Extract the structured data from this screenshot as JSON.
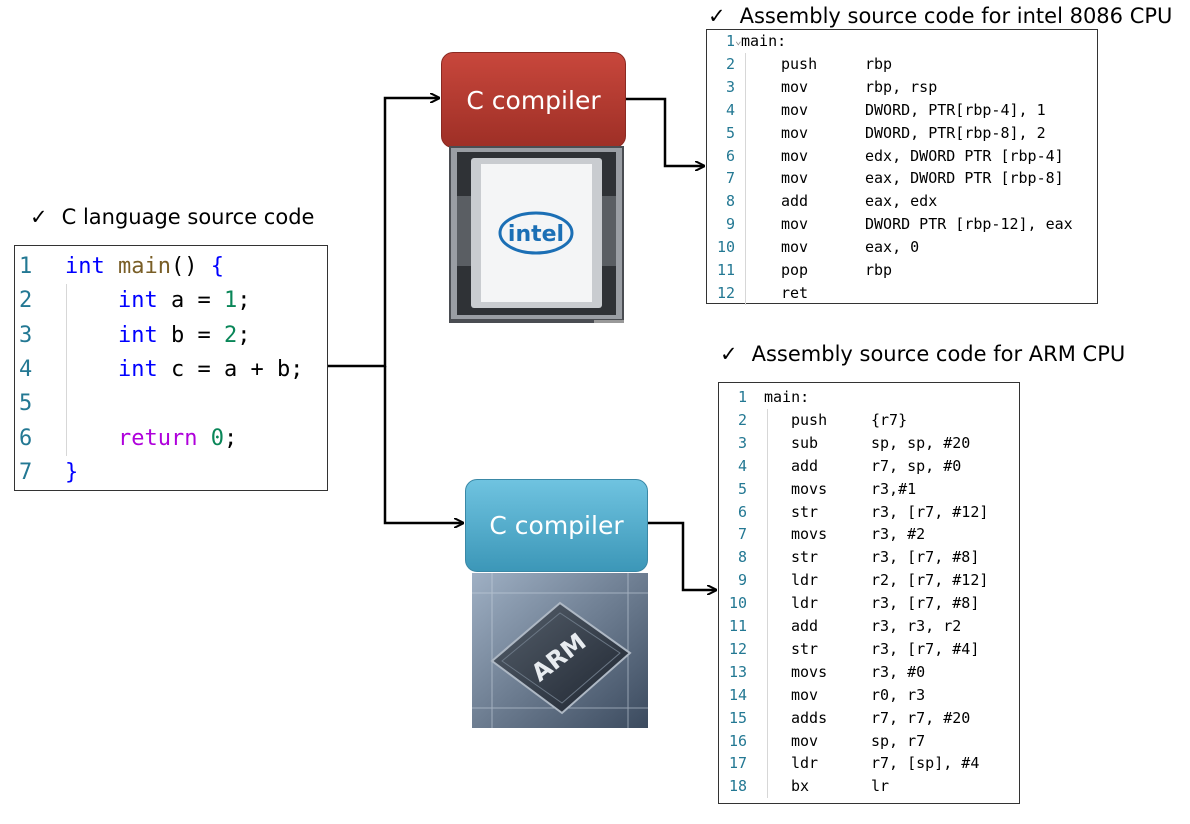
{
  "c_source": {
    "heading": "C language source code",
    "lines": [
      {
        "n": "1",
        "tokens": [
          {
            "t": "int",
            "c": "kw"
          },
          {
            "t": " ",
            "c": ""
          },
          {
            "t": "main",
            "c": "fn"
          },
          {
            "t": "() ",
            "c": ""
          },
          {
            "t": "{",
            "c": "kw"
          }
        ]
      },
      {
        "n": "2",
        "tokens": [
          {
            "t": "    ",
            "c": ""
          },
          {
            "t": "int",
            "c": "kw"
          },
          {
            "t": " a = ",
            "c": ""
          },
          {
            "t": "1",
            "c": "num"
          },
          {
            "t": ";",
            "c": ""
          }
        ]
      },
      {
        "n": "3",
        "tokens": [
          {
            "t": "    ",
            "c": ""
          },
          {
            "t": "int",
            "c": "kw"
          },
          {
            "t": " b = ",
            "c": ""
          },
          {
            "t": "2",
            "c": "num"
          },
          {
            "t": ";",
            "c": ""
          }
        ]
      },
      {
        "n": "4",
        "tokens": [
          {
            "t": "    ",
            "c": ""
          },
          {
            "t": "int",
            "c": "kw"
          },
          {
            "t": " c = a + b;",
            "c": ""
          }
        ]
      },
      {
        "n": "5",
        "tokens": []
      },
      {
        "n": "6",
        "tokens": [
          {
            "t": "    ",
            "c": ""
          },
          {
            "t": "return",
            "c": "ret"
          },
          {
            "t": " ",
            "c": ""
          },
          {
            "t": "0",
            "c": "num"
          },
          {
            "t": ";",
            "c": ""
          }
        ]
      },
      {
        "n": "7",
        "tokens": [
          {
            "t": "}",
            "c": "kw"
          }
        ]
      }
    ]
  },
  "intel": {
    "heading": "Assembly source code for intel 8086 CPU",
    "compiler_label": "C compiler",
    "chip_label": "intel",
    "lines": [
      {
        "n": "1",
        "label": "main:"
      },
      {
        "n": "2",
        "op": "push",
        "args": "rbp"
      },
      {
        "n": "3",
        "op": "mov",
        "args": "rbp, rsp"
      },
      {
        "n": "4",
        "op": "mov",
        "args": "DWORD, PTR[rbp-4], 1"
      },
      {
        "n": "5",
        "op": "mov",
        "args": "DWORD, PTR[rbp-8], 2"
      },
      {
        "n": "6",
        "op": "mov",
        "args": "edx, DWORD PTR [rbp-4]"
      },
      {
        "n": "7",
        "op": "mov",
        "args": "eax, DWORD PTR [rbp-8]"
      },
      {
        "n": "8",
        "op": "add",
        "args": "eax, edx"
      },
      {
        "n": "9",
        "op": "mov",
        "args": "DWORD PTR [rbp-12], eax"
      },
      {
        "n": "10",
        "op": "mov",
        "args": "eax, 0"
      },
      {
        "n": "11",
        "op": "pop",
        "args": "rbp"
      },
      {
        "n": "12",
        "op": "ret",
        "args": ""
      }
    ]
  },
  "arm": {
    "heading": "Assembly source code for ARM CPU",
    "compiler_label": "C compiler",
    "chip_label": "ARM",
    "lines": [
      {
        "n": "1",
        "label": "main:"
      },
      {
        "n": "2",
        "op": "push",
        "args": "{r7}"
      },
      {
        "n": "3",
        "op": "sub",
        "args": "sp, sp, #20"
      },
      {
        "n": "4",
        "op": "add",
        "args": "r7, sp, #0"
      },
      {
        "n": "5",
        "op": "movs",
        "args": "r3,#1"
      },
      {
        "n": "6",
        "op": "str",
        "args": "r3, [r7, #12]"
      },
      {
        "n": "7",
        "op": "movs",
        "args": "r3, #2"
      },
      {
        "n": "8",
        "op": "str",
        "args": "r3, [r7, #8]"
      },
      {
        "n": "9",
        "op": "ldr",
        "args": "r2, [r7, #12]"
      },
      {
        "n": "10",
        "op": "ldr",
        "args": "r3, [r7, #8]"
      },
      {
        "n": "11",
        "op": "add",
        "args": "r3, r3, r2"
      },
      {
        "n": "12",
        "op": "str",
        "args": "r3, [r7, #4]"
      },
      {
        "n": "13",
        "op": "movs",
        "args": "r3, #0"
      },
      {
        "n": "14",
        "op": "mov",
        "args": "r0, r3"
      },
      {
        "n": "15",
        "op": "adds",
        "args": "r7, r7, #20"
      },
      {
        "n": "16",
        "op": "mov",
        "args": "sp, r7"
      },
      {
        "n": "17",
        "op": "ldr",
        "args": "r7, [sp], #4"
      },
      {
        "n": "18",
        "op": "bx",
        "args": "lr"
      }
    ]
  },
  "check_mark": "✓"
}
